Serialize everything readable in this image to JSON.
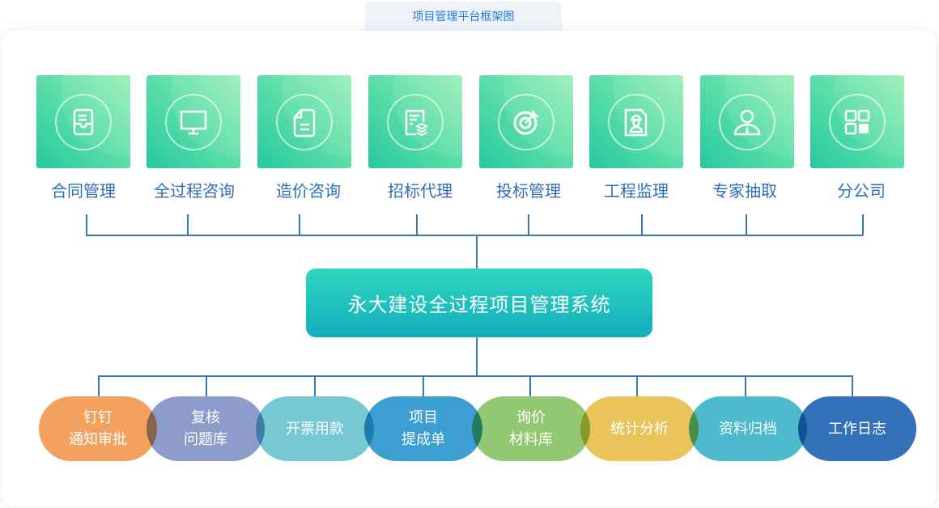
{
  "title": "项目管理平台框架图",
  "modules": [
    {
      "label": "合同管理",
      "icon": "inbox-icon"
    },
    {
      "label": "全过程咨询",
      "icon": "monitor-icon"
    },
    {
      "label": "造价咨询",
      "icon": "document-icon"
    },
    {
      "label": "招标代理",
      "icon": "file-layers-icon"
    },
    {
      "label": "投标管理",
      "icon": "target-icon"
    },
    {
      "label": "工程监理",
      "icon": "worker-badge-icon"
    },
    {
      "label": "专家抽取",
      "icon": "expert-user-icon"
    },
    {
      "label": "分公司",
      "icon": "grid-apps-icon"
    }
  ],
  "system": "永大建设全过程项目管理系统",
  "features": [
    {
      "label": "钉钉\n通知审批",
      "color": "#f2a25e"
    },
    {
      "label": "复核\n问题库",
      "color": "#8d9cca"
    },
    {
      "label": "开票用款",
      "color": "#76c8d3"
    },
    {
      "label": "项目\n提成单",
      "color": "#3d9ed3"
    },
    {
      "label": "询价\n材料库",
      "color": "#93c873"
    },
    {
      "label": "统计分析",
      "color": "#eac45b"
    },
    {
      "label": "资料归档",
      "color": "#4db9cd"
    },
    {
      "label": "工作日志",
      "color": "#3371b8"
    }
  ]
}
